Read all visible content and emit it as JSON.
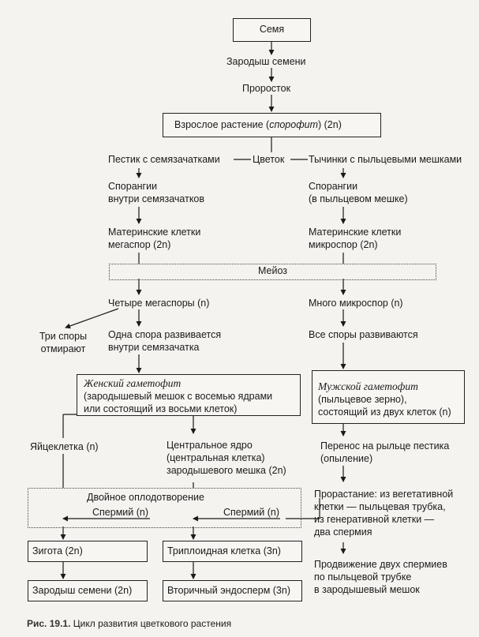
{
  "diagram": {
    "seed": "Семя",
    "embryo": "Зародыш семени",
    "sprout": "Проросток",
    "adult_prefix": "Взрослое растение (",
    "adult_italic": "спорофит",
    "adult_suffix": ") (2n)",
    "flower": "Цветок",
    "pistil": "Пестик с семязачатками",
    "stamens": "Тычинки с пыльцевыми мешками",
    "sporangia_left_1": "Спорангии",
    "sporangia_left_2": "внутри семязачатков",
    "sporangia_right_1": "Спорангии",
    "sporangia_right_2": "(в пыльцевом мешке)",
    "mother_left_1": "Материнские клетки",
    "mother_left_2": "мегаспор (2n)",
    "mother_right_1": "Материнские клетки",
    "mother_right_2": "микроспор (2n)",
    "meiosis": "Мейоз",
    "four_megaspores": "Четыре мегаспоры (n)",
    "many_microspores": "Много микроспор (n)",
    "three_die_1": "Три споры",
    "three_die_2": "отмирают",
    "one_develops_1": "Одна спора развивается",
    "one_develops_2": "внутри семязачатка",
    "all_develop": "Все споры развиваются",
    "female_title": "Женский гаметофит",
    "female_1": "(зародышевый мешок с восемью ядрами",
    "female_2": "или состоящий из восьми клеток)",
    "male_title": "Мужской гаметофит",
    "male_1": "(пыльцевое зерно),",
    "male_2": "состоящий из двух клеток (n)",
    "egg": "Яйцеклетка (n)",
    "central_1": "Центральное ядро",
    "central_2": "(центральная клетка)",
    "central_3": "зародышевого мешка (2n)",
    "transfer_1": "Перенос на рыльце пестика",
    "transfer_2": "(опыление)",
    "double_fert": "Двойное оплодотворение",
    "sperm_left": "Спермий (n)",
    "sperm_right": "Спермий (n)",
    "germ_1": "Прорастание: из вегетативной",
    "germ_2": "клетки — пыльцевая трубка,",
    "germ_3": "из генеративной клетки —",
    "germ_4": "два спермия",
    "zygote": "Зигота (2n)",
    "triploid": "Триплоидная клетка (3n)",
    "embryo_seed": "Зародыш семени (2n)",
    "endosperm": "Вторичный эндосперм (3n)",
    "move_1": "Продвижение двух спермиев",
    "move_2": "по пыльцевой трубке",
    "move_3": "в зародышевый мешок"
  },
  "caption": {
    "label": "Рис. 19.1.",
    "text": "Цикл развития цветкового растения"
  }
}
